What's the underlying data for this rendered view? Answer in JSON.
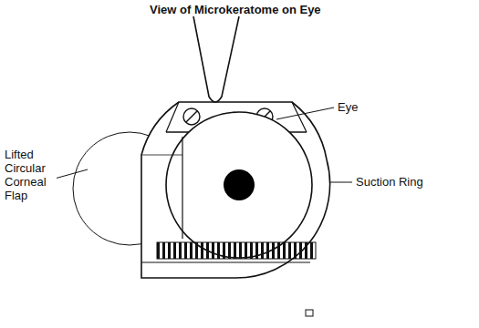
{
  "diagram": {
    "title": "View of Microkeratome on Eye",
    "labels": [
      "Eye",
      "Suction Ring",
      "Lifted Circular Corneal Flap"
    ]
  }
}
